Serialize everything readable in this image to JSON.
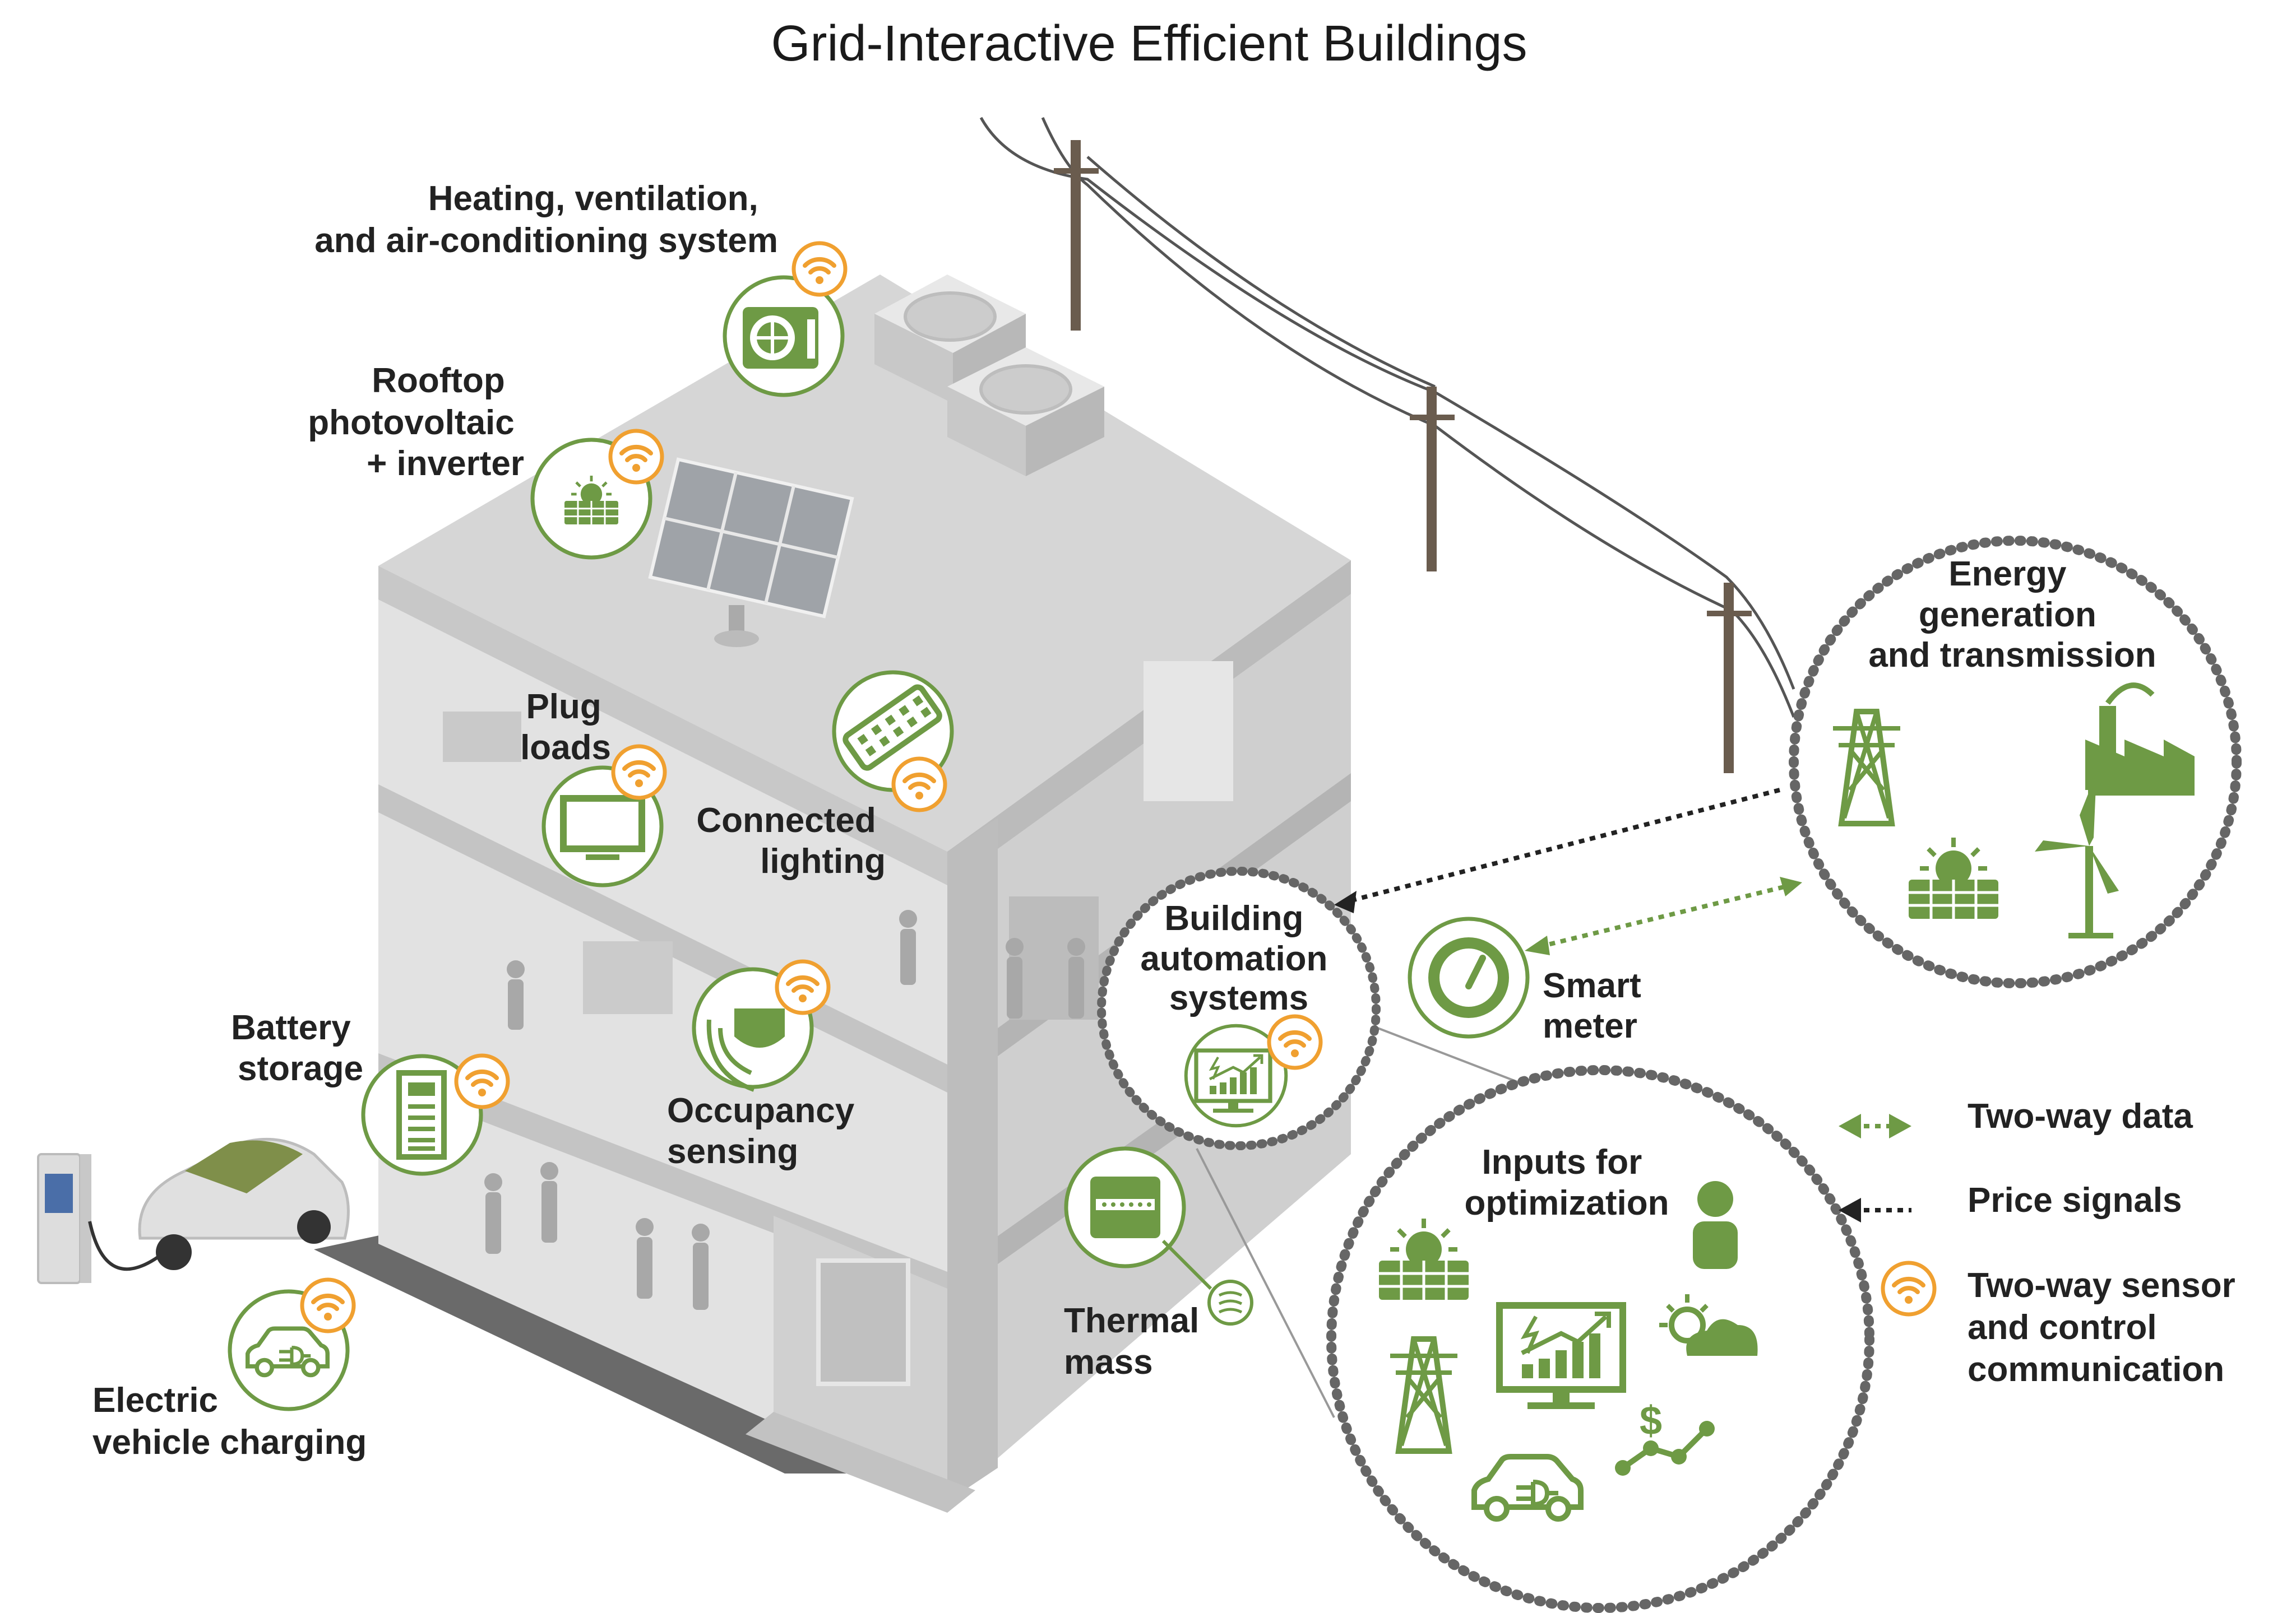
{
  "title": "Grid-Interactive Efficient Buildings",
  "colors": {
    "green": "#6e9a45",
    "sensor_orange": "#f0a030",
    "building_gray": "#dcdcdc",
    "dark_text": "#222222",
    "dotted_gray": "#666666"
  },
  "labels": {
    "hvac": [
      "Heating, ventilation,",
      "and air-conditioning system"
    ],
    "pv": [
      "Rooftop",
      "photovoltaic",
      "+ inverter"
    ],
    "plug": [
      "Plug",
      "loads"
    ],
    "lighting": [
      "Connected",
      "lighting"
    ],
    "battery": [
      "Battery",
      "storage"
    ],
    "occupancy": [
      "Occupancy",
      "sensing"
    ],
    "ev": [
      "Electric",
      "vehicle charging"
    ],
    "thermal": [
      "Thermal",
      "mass"
    ],
    "bas": [
      "Building",
      "automation",
      "systems"
    ],
    "smart_meter": [
      "Smart",
      "meter"
    ],
    "energy": [
      "Energy",
      "generation",
      "and transmission"
    ],
    "inputs": [
      "Inputs for",
      "optimization"
    ]
  },
  "icons": {
    "hvac": "air-conditioner-icon",
    "pv": "solar-panel-icon",
    "plug": "television-icon",
    "lighting": "led-strip-icon",
    "battery": "battery-icon",
    "occupancy": "motion-sensor-icon",
    "ev": "electric-car-icon",
    "thermal": "thermostat-panel-icon",
    "bas": "monitor-chart-icon",
    "smart_meter": "gauge-icon",
    "sensor": "wifi-icon"
  },
  "legend": {
    "two_way_data": "Two-way data",
    "price_signals": "Price signals",
    "sensor": [
      "Two-way sensor",
      "and control",
      "communication"
    ]
  }
}
